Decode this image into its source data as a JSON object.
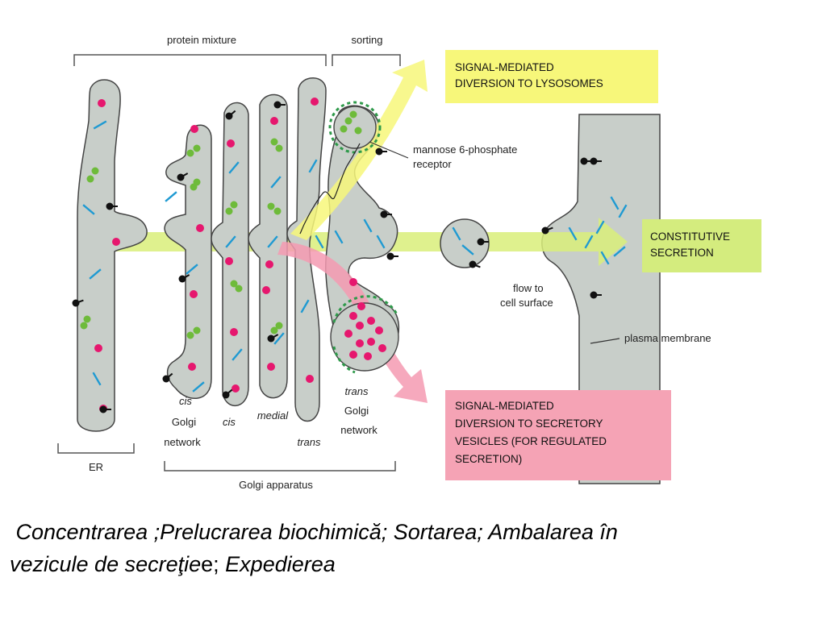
{
  "diagram": {
    "brackets": {
      "protein_mixture": "protein mixture",
      "sorting": "sorting",
      "er": "ER",
      "golgi_apparatus": "Golgi apparatus"
    },
    "compartments": {
      "cis_network": [
        "cis",
        "Golgi",
        "network"
      ],
      "cis": "cis",
      "medial": "medial",
      "trans": "trans",
      "trans_network": [
        "trans",
        "Golgi",
        "network"
      ]
    },
    "annotations": {
      "m6p_receptor": [
        "mannose 6-phosphate",
        "receptor"
      ],
      "flow": [
        "flow to",
        "cell surface"
      ],
      "plasma_membrane": "plasma membrane"
    },
    "boxes": {
      "lysosomes": {
        "lines": [
          "SIGNAL-MEDIATED",
          "DIVERSION TO LYSOSOMES"
        ],
        "color": "#f7f77a"
      },
      "constitutive": {
        "lines": [
          "CONSTITUTIVE",
          "SECRETION"
        ],
        "color": "#d4ec7e"
      },
      "secretory": {
        "lines": [
          "SIGNAL-MEDIATED",
          "DIVERSION TO SECRETORY",
          "VESICLES (FOR REGULATED",
          "SECRETION)"
        ],
        "color": "#f5a3b5"
      }
    },
    "colors": {
      "organelle": "#c8cec9",
      "magenta_dot": "#e6176e",
      "green_dot": "#6ebb3a",
      "blue_dash": "#1f9ad2",
      "coat": "#2e9a4a"
    }
  },
  "caption": {
    "line1": "Concentrarea ;Prelucrarea biochimică; Sortarea; Ambalarea în",
    "line2a": "vezicule de secreţie",
    "line2b": "e",
    "line2c": "; ",
    "line2d": "Expedierea"
  }
}
